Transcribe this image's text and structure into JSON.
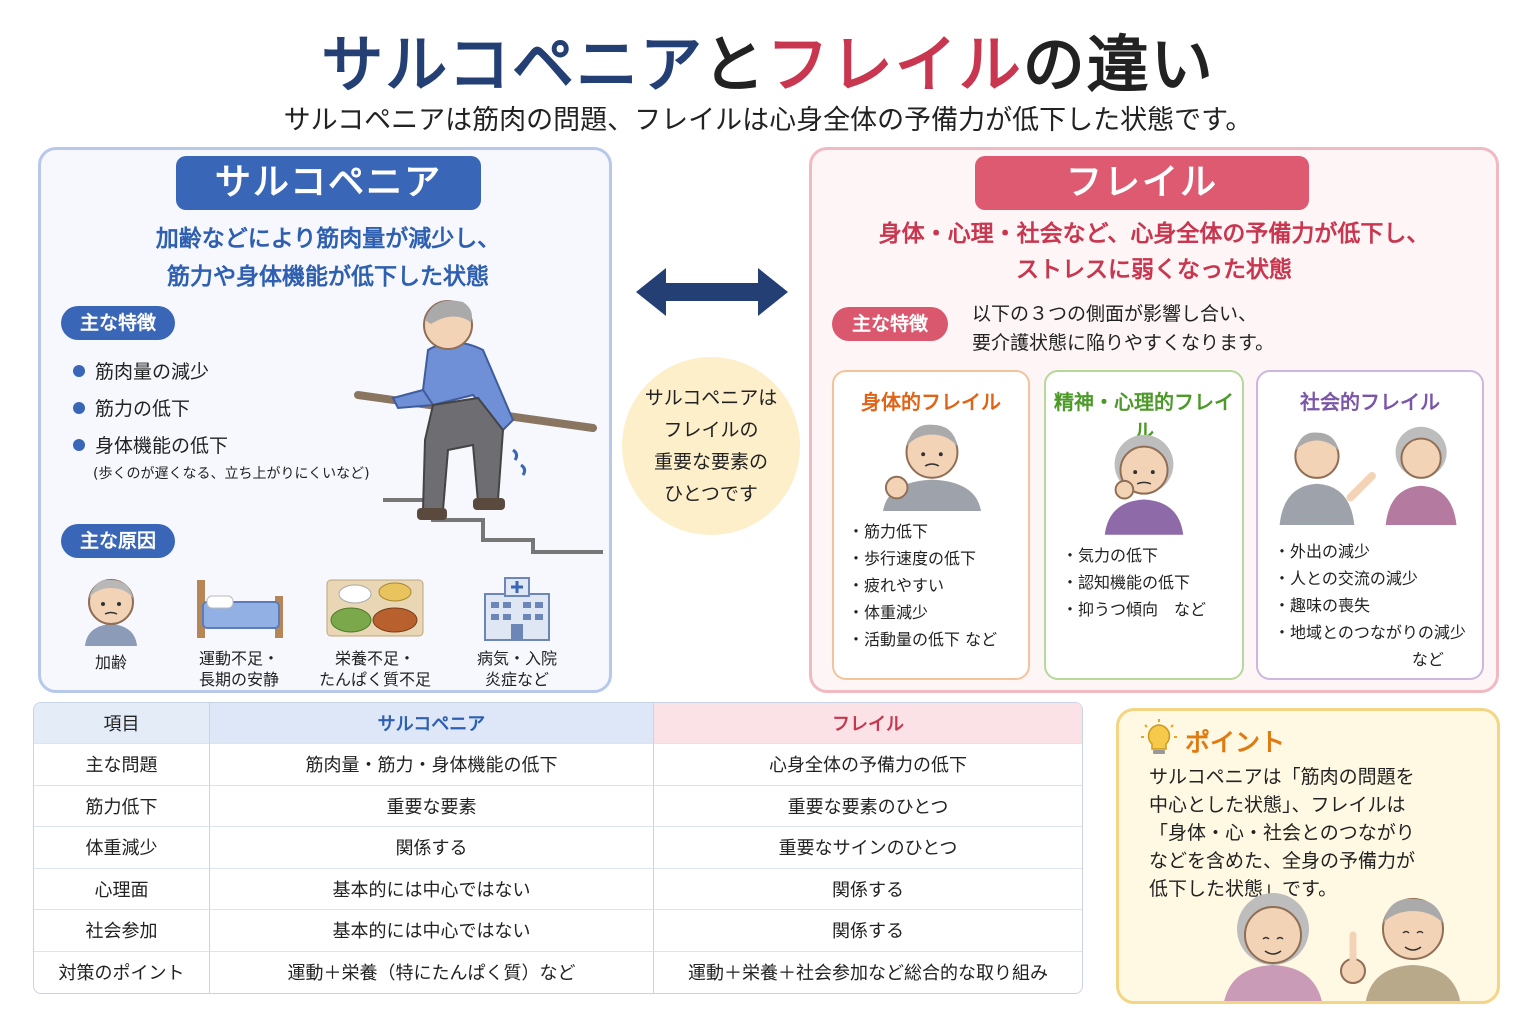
{
  "title": {
    "part1": "サルコペニア",
    "part2": "と",
    "part3": "フレイル",
    "part4": "の違い"
  },
  "subtitle": "サルコペニアは筋肉の問題、フレイルは心身全体の予備力が低下した状態です。",
  "sarcopenia": {
    "heading": "サルコペニア",
    "definition_line1": "加齢などにより筋肉量が減少し、",
    "definition_line2": "筋力や身体機能が低下した状態",
    "features_label": "主な特徴",
    "features": [
      "筋肉量の減少",
      "筋力の低下",
      "身体機能の低下"
    ],
    "features_note": "(歩くのが遅くなる、立ち上がりにくいなど)",
    "causes_label": "主な原因",
    "causes": [
      {
        "line1": "加齢",
        "line2": ""
      },
      {
        "line1": "運動不足・",
        "line2": "長期の安静"
      },
      {
        "line1": "栄養不足・",
        "line2": "たんぱく質不足"
      },
      {
        "line1": "病気・入院",
        "line2": "炎症など"
      }
    ]
  },
  "middle": {
    "line1": "サルコペニアは",
    "line2": "フレイルの",
    "line3": "重要な要素の",
    "line4": "ひとつです"
  },
  "frailty": {
    "heading": "フレイル",
    "definition_line1": "身体・心理・社会など、心身全体の予備力が低下し、",
    "definition_line2": "ストレスに弱くなった状態",
    "features_label": "主な特徴",
    "desc_line1": "以下の３つの側面が影響し合い、",
    "desc_line2": "要介護状態に陥りやすくなります。",
    "physical": {
      "title": "身体的フレイル",
      "items": [
        "・筋力低下",
        "・歩行速度の低下",
        "・疲れやすい",
        "・体重減少",
        "・活動量の低下 など"
      ]
    },
    "mental": {
      "title": "精神・心理的フレイル",
      "items": [
        "・気力の低下",
        "・認知機能の低下",
        "・抑うつ傾向　など"
      ]
    },
    "social": {
      "title": "社会的フレイル",
      "items": [
        "・外出の減少",
        "・人との交流の減少",
        "・趣味の喪失",
        "・地域とのつながりの減少"
      ],
      "last": "など"
    }
  },
  "table": {
    "headers": [
      "項目",
      "サルコペニア",
      "フレイル"
    ],
    "rows": [
      [
        "主な問題",
        "筋肉量・筋力・身体機能の低下",
        "心身全体の予備力の低下"
      ],
      [
        "筋力低下",
        "重要な要素",
        "重要な要素のひとつ"
      ],
      [
        "体重減少",
        "関係する",
        "重要なサインのひとつ"
      ],
      [
        "心理面",
        "基本的には中心ではない",
        "関係する"
      ],
      [
        "社会参加",
        "基本的には中心ではない",
        "関係する"
      ],
      [
        "対策のポイント",
        "運動＋栄養（特にたんぱく質）など",
        "運動＋栄養＋社会参加など総合的な取り組み"
      ]
    ]
  },
  "point": {
    "title": "ポイント",
    "lines": [
      "サルコペニアは「筋肉の問題を",
      "中心とした状態」、フレイルは",
      "「身体・心・社会とのつながり",
      "などを含めた、全身の予備力が",
      "低下した状態」です。"
    ]
  },
  "colors": {
    "navy": "#233f73",
    "blue": "#3a66b7",
    "red": "#c8374f",
    "pink": "#dd5a71",
    "orange": "#e06418",
    "green": "#4d9a2a",
    "purple": "#7b56a8",
    "yellow": "#fcefc9"
  }
}
